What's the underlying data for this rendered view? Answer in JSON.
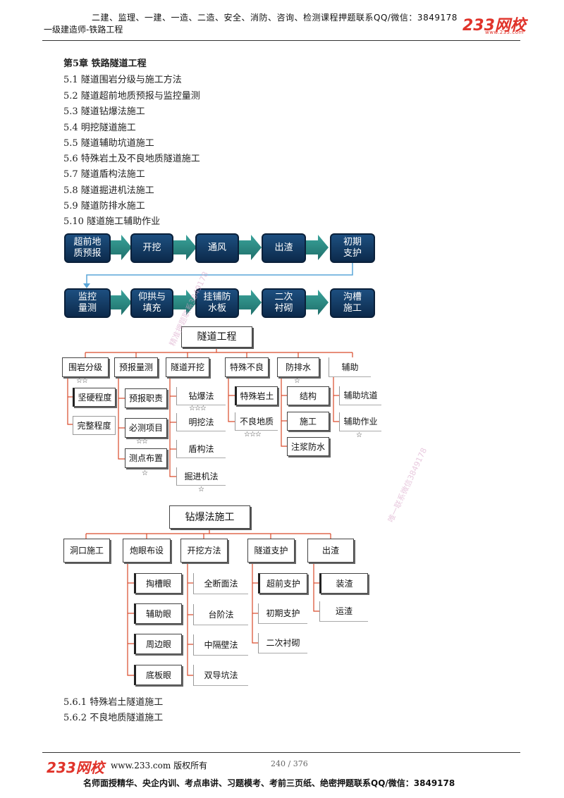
{
  "header": {
    "top_line": "二建、监理、一建、一造、二造、安全、消防、咨询、检测课程押题联系QQ/微信：3849178",
    "sub_line": "一级建造师-铁路工程",
    "logo": "233网校",
    "logo_url": "www.233.com"
  },
  "toc": [
    "第5章 铁路隧道工程",
    "5.1 隧道围岩分级与施工方法",
    "5.2 隧道超前地质预报与监控量测",
    "5.3 隧道钻爆法施工",
    "5.4 明挖隧道施工",
    "5.5 隧道辅助坑道施工",
    "5.6 特殊岩土及不良地质隧道施工",
    "5.7 隧道盾构法施工",
    "5.8 隧道掘进机法施工",
    "5.9 隧道防排水施工",
    "5.10 隧道施工辅助作业"
  ],
  "flow_row1": [
    "超前地质预报",
    "开挖",
    "通风",
    "出渣",
    "初期支护"
  ],
  "flow_row2": [
    "监控量测",
    "仰拱与填充",
    "挂铺防水板",
    "二次衬砌",
    "沟槽施工"
  ],
  "tree1": {
    "root": "隧道工程",
    "branches": [
      {
        "label": "围岩分级",
        "stars": "☆☆",
        "children": [
          {
            "label": "坚硬程度"
          },
          {
            "label": "完整程度"
          }
        ]
      },
      {
        "label": "预报量测",
        "children": [
          {
            "label": "预报职责"
          },
          {
            "label": "必测项目",
            "stars": "☆☆"
          },
          {
            "label": "测点布置",
            "stars": "☆"
          }
        ]
      },
      {
        "label": "隧道开挖",
        "children": [
          {
            "label": "钻爆法",
            "stars": "☆☆☆"
          },
          {
            "label": "明挖法"
          },
          {
            "label": "盾构法"
          },
          {
            "label": "掘进机法",
            "stars": "☆"
          }
        ]
      },
      {
        "label": "特殊不良",
        "children": [
          {
            "label": "特殊岩土"
          },
          {
            "label": "不良地质",
            "stars": "☆☆☆"
          }
        ]
      },
      {
        "label": "防排水",
        "stars": "☆",
        "children": [
          {
            "label": "结构"
          },
          {
            "label": "施工"
          },
          {
            "label": "注浆防水"
          }
        ]
      },
      {
        "label": "辅助",
        "children": [
          {
            "label": "辅助坑道"
          },
          {
            "label": "辅助作业",
            "stars": "☆"
          }
        ]
      }
    ]
  },
  "tree2": {
    "root": "钻爆法施工",
    "branches": [
      {
        "label": "洞口施工",
        "children": []
      },
      {
        "label": "炮眼布设",
        "children": [
          {
            "label": "掏槽眼"
          },
          {
            "label": "辅助眼"
          },
          {
            "label": "周边眼"
          },
          {
            "label": "底板眼"
          }
        ]
      },
      {
        "label": "开挖方法",
        "children": [
          {
            "label": "全断面法"
          },
          {
            "label": "台阶法"
          },
          {
            "label": "中隔壁法"
          },
          {
            "label": "双导坑法"
          }
        ]
      },
      {
        "label": "隧道支护",
        "children": [
          {
            "label": "超前支护"
          },
          {
            "label": "初期支护"
          },
          {
            "label": "二次衬砌"
          }
        ]
      },
      {
        "label": "出渣",
        "children": [
          {
            "label": "装渣"
          },
          {
            "label": "运渣"
          }
        ]
      }
    ]
  },
  "subsections": [
    "5.6.1 特殊岩土隧道施工",
    "5.6.2 不良地质隧道施工"
  ],
  "footer": {
    "logo": "233网校",
    "url_text": "www.233.com 版权所有",
    "page": "240 / 376",
    "bottom_line": "名师面授精华、央企内训、考点串讲、习题模考、考前三页纸、绝密押题联系QQ/微信：3849178"
  },
  "watermarks": [
    "精准押题联系3849178",
    "唯一联系微信3849178"
  ],
  "colors": {
    "flow_box": "#15406b",
    "connector": "#d94a2a",
    "arrow": "#2f8f8a",
    "logo": "#e0332a"
  }
}
